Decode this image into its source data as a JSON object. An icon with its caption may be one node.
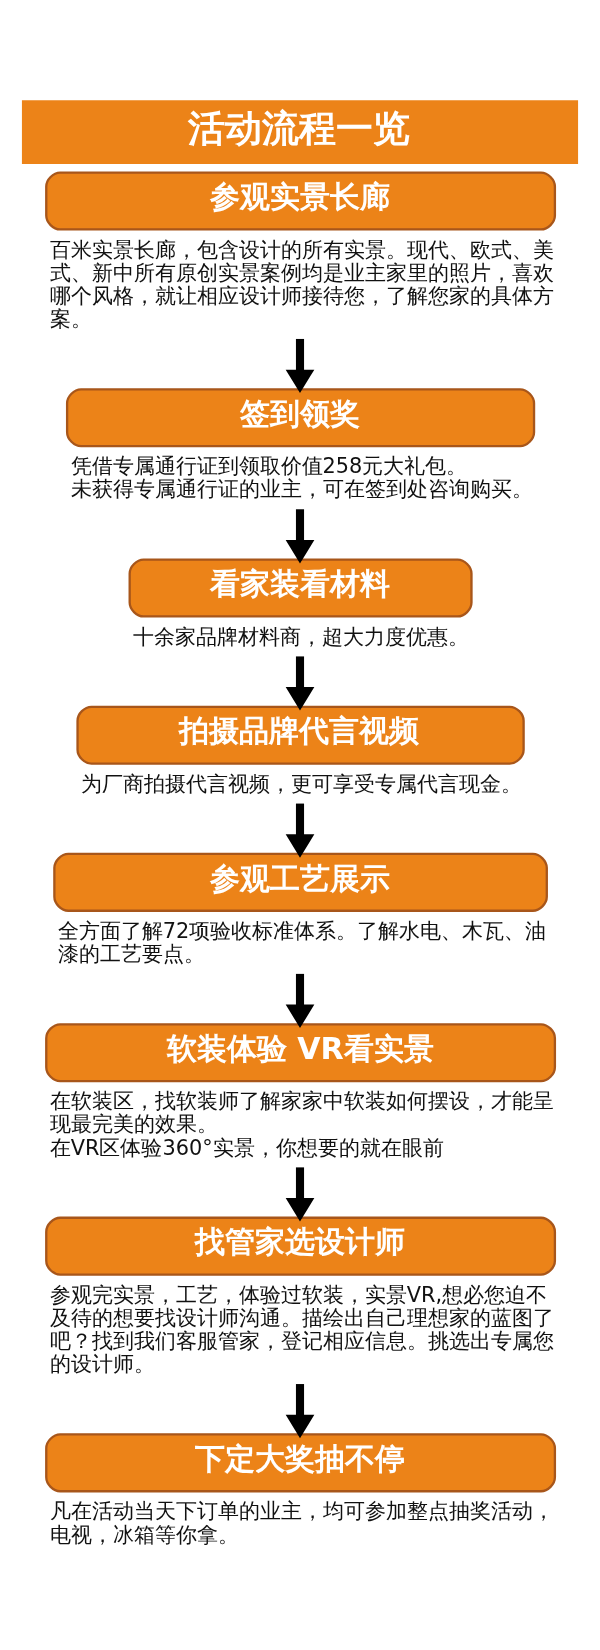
{
  "diagram": {
    "title": "活动流程一览",
    "nodes": [
      {
        "text": [
          "参观实景长廊"
        ],
        "beside": [
          "百米实景长廊，包含设计的所有实景。现代、欧式、美式、新中所有原创实景案例均是业主家里的照片，喜欢哪个风格，就让相应设计师接待您，了解您家的具体方案。"
        ]
      },
      {
        "text": [
          "签到领奖"
        ],
        "beside": [
          "凭借专属通行证到领取价值258元大礼包。",
          "未获得专属通行证的业主，可在签到处咨询购买。"
        ]
      },
      {
        "text": [
          "看家装看材料"
        ],
        "beside": [
          "十余家品牌材料商，超大力度优惠。"
        ]
      },
      {
        "text": [
          "拍摄品牌代言视频"
        ],
        "beside": [
          "为厂商拍摄代言视频，更可享受专属代言现金。"
        ]
      },
      {
        "text": [
          "参观工艺展示"
        ],
        "beside": [
          "全方面了解72项验收标准体系。了解水电、木瓦、油漆的工艺要点。"
        ]
      },
      {
        "text": [
          "软装体验 VR看实景"
        ],
        "beside": [
          "在软装区，找软装师了解家家中软装如何摆设，才能呈现最完美的效果。",
          "在VR区体验360°实景，你想要的就在眼前"
        ]
      },
      {
        "text": [
          "找管家选设计师"
        ],
        "beside": [
          "参观完实景，工艺，体验过软装，实景VR,想必您迫不及待的想要找设计师沟通。描绘出自己理想家的蓝图了吧？找到我们客服管家，登记相应信息。挑选出专属您的设计师。"
        ]
      },
      {
        "text": [
          "下定大奖抽不停"
        ],
        "beside": [
          "凡在活动当天下订单的业主，均可参加整点抽奖活动，电视，冰箱等你拿。"
        ]
      }
    ],
    "edges": [
      {
        "from": 0,
        "to": 1,
        "arrow": "to"
      },
      {
        "from": 1,
        "to": 2,
        "arrow": "to"
      },
      {
        "from": 2,
        "to": 3,
        "arrow": "to"
      },
      {
        "from": 3,
        "to": 4,
        "arrow": "to"
      },
      {
        "from": 4,
        "to": 5,
        "arrow": "to"
      },
      {
        "from": 5,
        "to": 6,
        "arrow": "to"
      },
      {
        "from": 6,
        "to": 7,
        "arrow": "to"
      }
    ]
  }
}
